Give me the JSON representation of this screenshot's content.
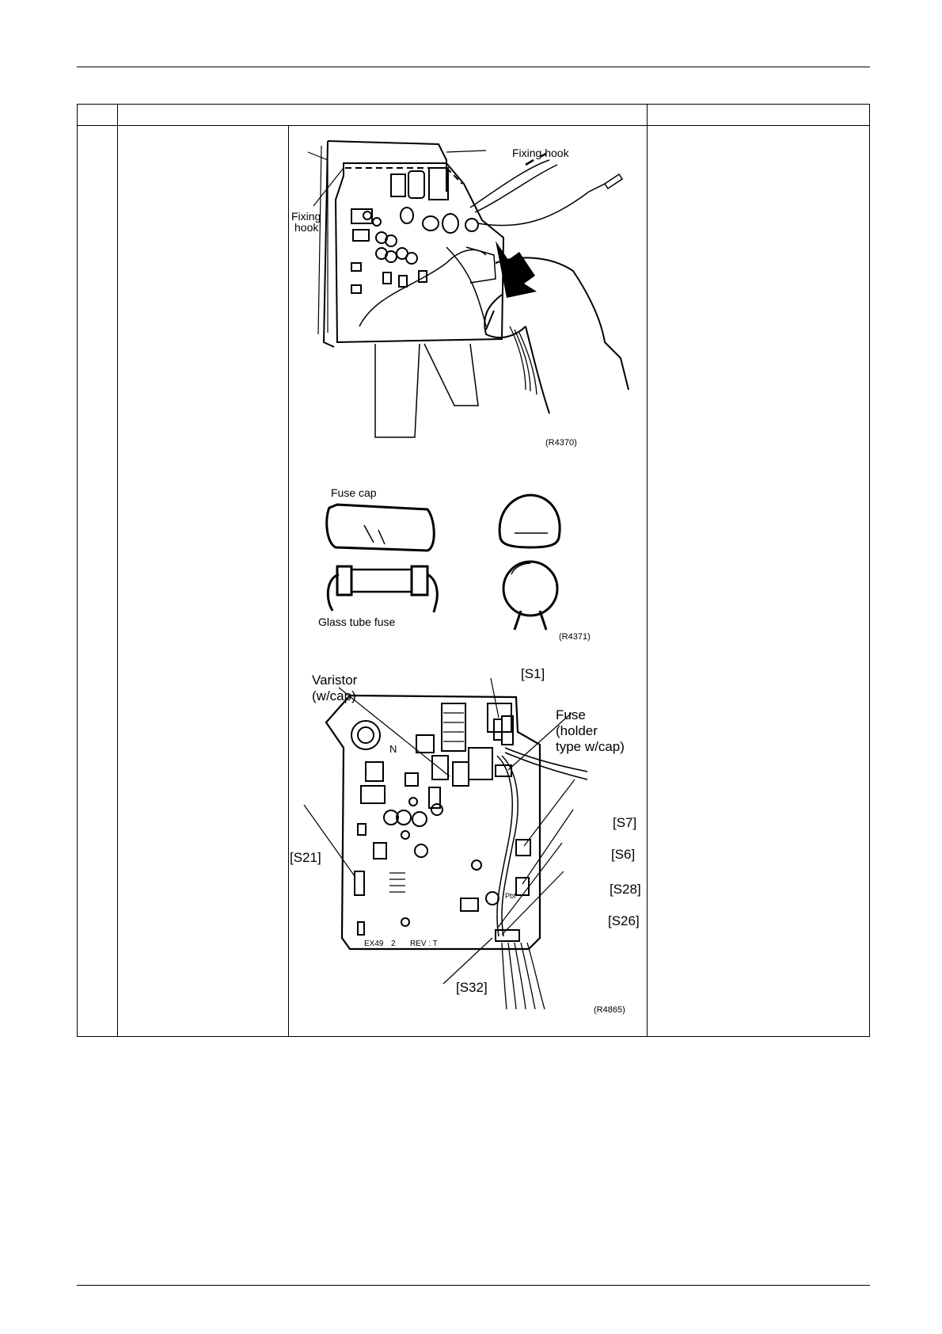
{
  "figure1": {
    "label_fixing_hook_top": "Fixing hook",
    "label_fixing_hook_left_line1": "Fixing",
    "label_fixing_hook_left_line2": "hook",
    "ref": "(R4370)"
  },
  "figure2": {
    "label_fuse_cap": "Fuse cap",
    "label_glass_tube_fuse": "Glass tube fuse",
    "ref": "(R4371)"
  },
  "figure3": {
    "label_varistor_line1": "Varistor",
    "label_varistor_line2": "(w/cap)",
    "label_s1": "[S1]",
    "label_fuse_line1": "Fuse",
    "label_fuse_line2": "(holder",
    "label_fuse_line3": "type w/cap)",
    "label_s7": "[S7]",
    "label_s6": "[S6]",
    "label_s21": "[S21]",
    "label_s28": "[S28]",
    "label_s26": "[S26]",
    "label_s32": "[S32]",
    "board_text_ex": "EX49",
    "board_text_2": "2",
    "board_text_rev": "REV : T",
    "board_text_pbf": "Pbf",
    "board_text_n": "N",
    "ref": "(R4865)"
  }
}
